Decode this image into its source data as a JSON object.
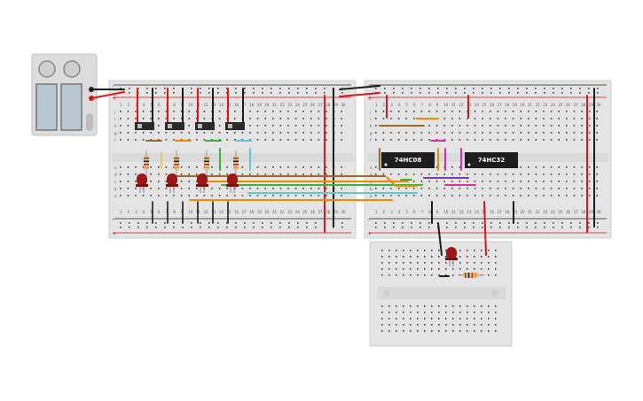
{
  "colors": {
    "board": "#e4e4e4",
    "board_edge": "#cfcfcf",
    "hole": "#3c3c3c",
    "rail_red": "#d11a1a",
    "rail_black": "#222222",
    "chip": "#1e1e1e",
    "led": "#9c1717",
    "battery_case": "#dcdcdc",
    "battery_cell": "#b9c8d0",
    "wire_red": "#e01515",
    "wire_black": "#1c1c1c",
    "wire_orange": "#f08a00",
    "wire_brown": "#9a6a2c",
    "wire_green": "#3bb33b",
    "wire_cyan": "#5ec8de",
    "wire_pink": "#e0309a",
    "wire_purple": "#7a3fa8",
    "wire_yellow": "#e8c21a"
  },
  "chips": [
    {
      "label": "74HC08"
    },
    {
      "label": "74HC32"
    }
  ],
  "rail_signs": {
    "plus": "+",
    "minus": "-"
  },
  "row_letters_top": [
    "j",
    "i",
    "h",
    "g",
    "f"
  ],
  "row_letters_bottom": [
    "e",
    "d",
    "c",
    "b",
    "a"
  ],
  "column_count": 30,
  "icons": {
    "battery": "battery-pack-icon",
    "switch": "slide-switch-icon",
    "led": "led-icon",
    "resistor": "resistor-icon"
  }
}
